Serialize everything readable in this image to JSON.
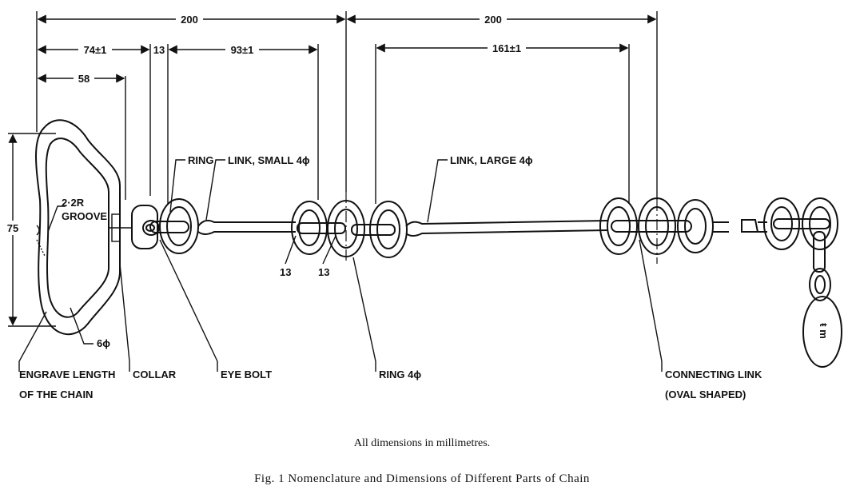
{
  "dimensions": {
    "overall_left": "200",
    "overall_right": "200",
    "bolt_to_ring": "74±1",
    "collar": "13",
    "small_link": "93±1",
    "large_link": "161±1",
    "handle_depth": "58",
    "handle_height": "75",
    "angle_a": "13",
    "angle_b": "13"
  },
  "labels": {
    "ring": "RING",
    "link_small": "LINK, SMALL 4ϕ",
    "link_large": "LINK, LARGE 4ϕ",
    "groove_1": "2·2R",
    "groove_2": "GROOVE",
    "rod": "6ϕ",
    "engrave_1": "ENGRAVE LENGTH",
    "engrave_2": "OF THE CHAIN",
    "collar": "COLLAR",
    "eye_bolt": "EYE BOLT",
    "ring_4": "RING 4ϕ",
    "connecting_1": "CONNECTING LINK",
    "connecting_2": "(OVAL SHAPED)",
    "tag": "ŧ m"
  },
  "note": "All dimensions in millimetres.",
  "caption": "Fig. 1   Nomenclature and Dimensions of Different Parts of Chain"
}
